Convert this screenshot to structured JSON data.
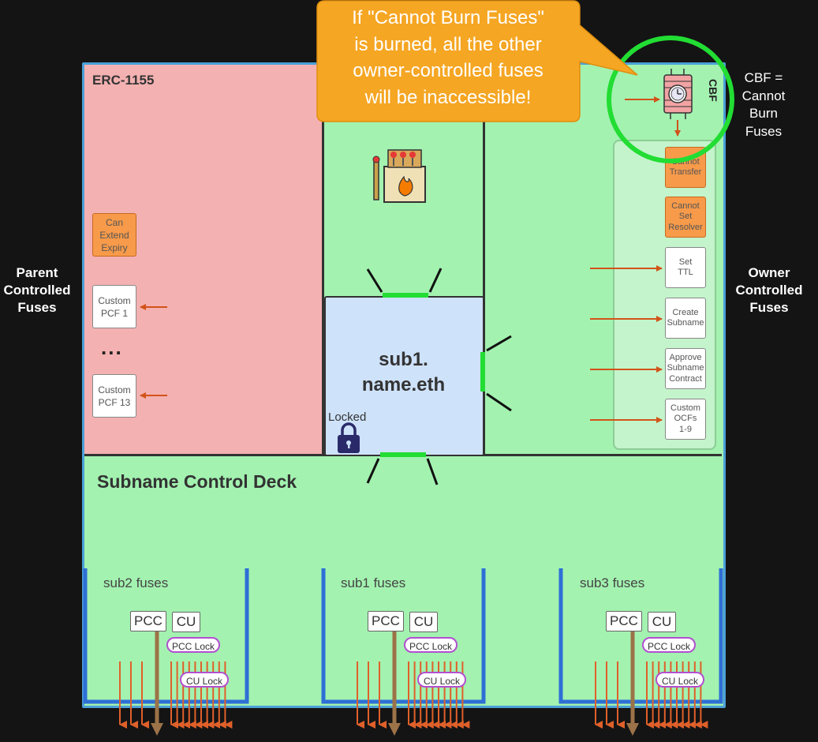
{
  "callout": {
    "text": "If \"Cannot Burn Fuses\"\nis burned, all the other\nowner-controlled fuses\nwill be inaccessible!",
    "fill": "#f5a623"
  },
  "labels": {
    "parent_controlled": "Parent\nControlled\nFuses",
    "owner_controlled": "Owner\nControlled\nFuses",
    "cbf_definition": "CBF =\nCannot\nBurn\nFuses",
    "cbf": "CBF"
  },
  "erc": {
    "title": "ERC-1155",
    "parent_fuses": [
      {
        "label": "Can\nExtend\nExpiry",
        "style": "orange"
      },
      {
        "label": "Custom\nPCF 1",
        "style": "white"
      },
      {
        "label": "Custom\nPCF 13",
        "style": "white"
      }
    ],
    "ellipsis": "..."
  },
  "owner_fuses": [
    {
      "label": "Cannot\nTransfer",
      "style": "orange"
    },
    {
      "label": "Cannot\nSet\nResolver",
      "style": "orange"
    },
    {
      "label": "Set\nTTL",
      "style": "white"
    },
    {
      "label": "Create\nSubname",
      "style": "white"
    },
    {
      "label": "Approve\nSubname\nContract",
      "style": "white"
    },
    {
      "label": "Custom\nOCFs\n1-9",
      "style": "white"
    }
  ],
  "center": {
    "name": "sub1.\nname.eth",
    "locked_label": "Locked"
  },
  "deck": {
    "title": "Subname Control Deck",
    "subs": [
      {
        "label": "sub2 fuses",
        "pcc": "PCC",
        "cu": "CU",
        "pcc_lock": "PCC Lock",
        "cu_lock": "CU Lock"
      },
      {
        "label": "sub1 fuses",
        "pcc": "PCC",
        "cu": "CU",
        "pcc_lock": "PCC Lock",
        "cu_lock": "CU Lock"
      },
      {
        "label": "sub3 fuses",
        "pcc": "PCC",
        "cu": "CU",
        "pcc_lock": "PCC Lock",
        "cu_lock": "CU Lock"
      }
    ]
  },
  "colors": {
    "background": "#141414",
    "main_green": "#a3f2b0",
    "erc_pink": "#f4b1b1",
    "center_blue": "#cee2fa",
    "fuse_orange": "#f79a4a",
    "arrow_orange": "#d2531a",
    "highlight_green": "#22dd33",
    "border_blue": "#4aa0d8",
    "lock_purple": "#b24fd0",
    "brown_arrow": "#9c7248"
  },
  "icons": [
    "matchbox-icon",
    "time-bomb-icon",
    "padlock-icon"
  ]
}
